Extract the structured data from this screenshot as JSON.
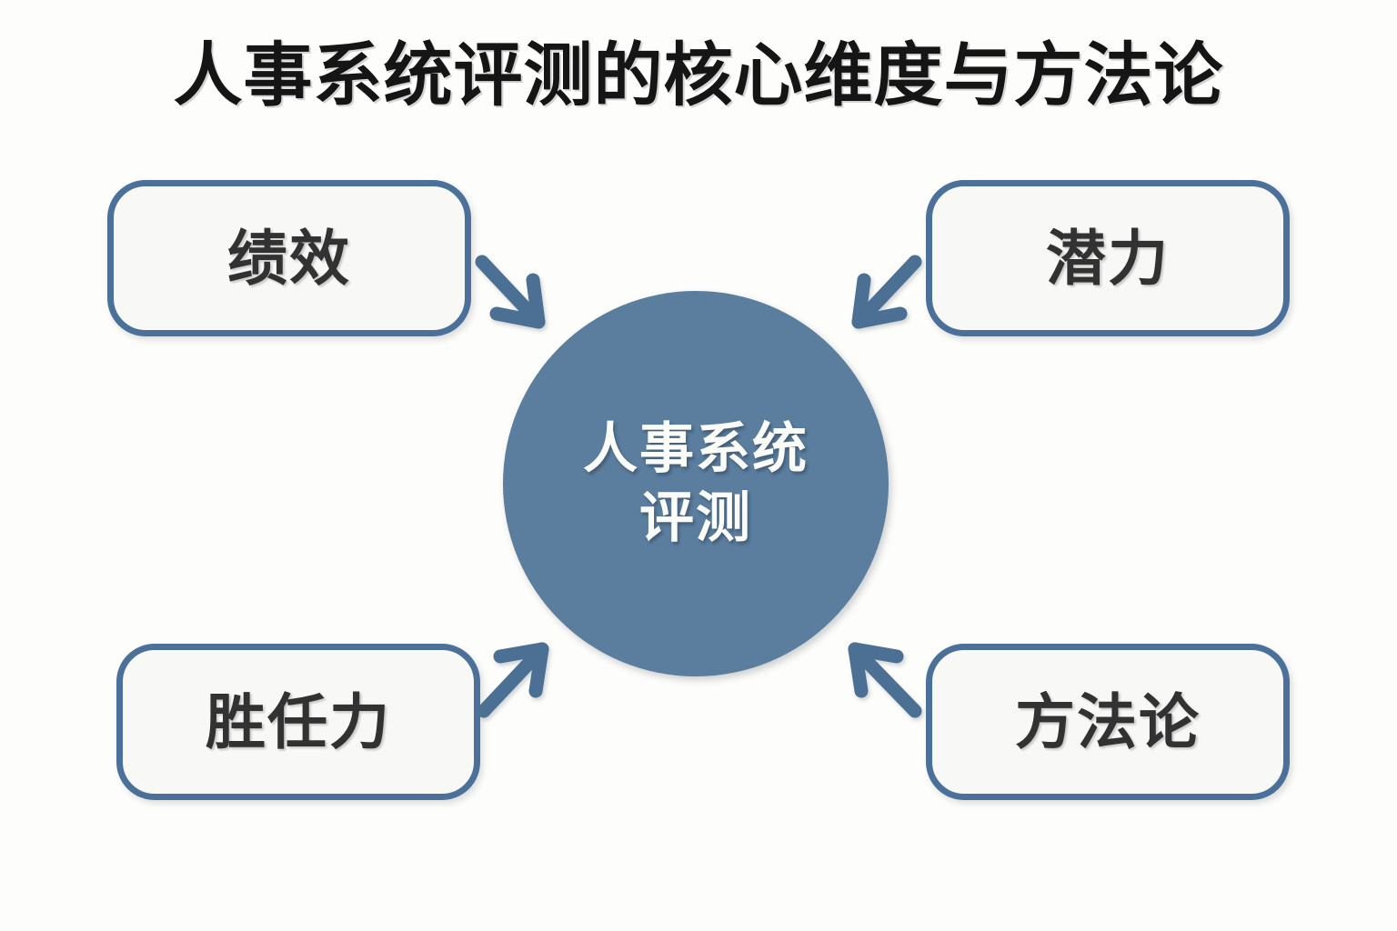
{
  "page": {
    "title": "人事系统评测的核心维度与方法论",
    "background_color": "#fdfdfb"
  },
  "center": {
    "name": "人事系统评测",
    "line1": "人事系统",
    "line2": "评测",
    "fill_color": "#5b7d9e",
    "text_color": "#fbfbf8"
  },
  "nodes": [
    {
      "id": "performance",
      "label": "绩效",
      "position": "top-left"
    },
    {
      "id": "potential",
      "label": "潜力",
      "position": "top-right"
    },
    {
      "id": "competency",
      "label": "胜任力",
      "position": "bottom-left"
    },
    {
      "id": "methodology",
      "label": "方法论",
      "position": "bottom-right"
    }
  ],
  "arrows": [
    {
      "id": "arrow-performance-to-center",
      "from": "绩效",
      "to": "人事系统评测",
      "direction": "down-right"
    },
    {
      "id": "arrow-potential-to-center",
      "from": "潜力",
      "to": "人事系统评测",
      "direction": "down-left"
    },
    {
      "id": "arrow-competency-to-center",
      "from": "胜任力",
      "to": "人事系统评测",
      "direction": "up-right"
    },
    {
      "id": "arrow-methodology-to-center",
      "from": "方法论",
      "to": "人事系统评测",
      "direction": "up-left"
    }
  ],
  "style": {
    "accent_color": "#4b719a",
    "arrow_color": "#4c6f93",
    "box_fill": "#f8f8f6",
    "box_text_color": "#323232",
    "title_color": "#151515"
  }
}
